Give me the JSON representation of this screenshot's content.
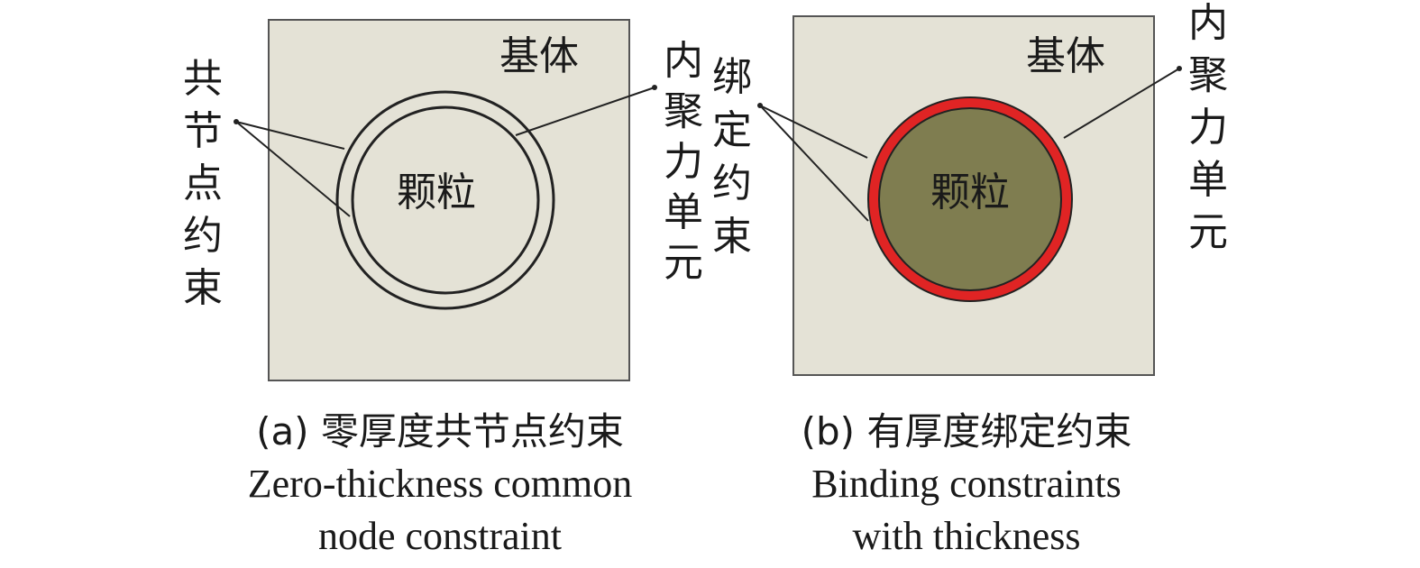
{
  "panel_a": {
    "matrix_label": "基体",
    "particle_label": "颗粒",
    "left_label": "共节点约束",
    "right_label": "内聚力单元",
    "caption_zh": "(a) 零厚度共节点约束",
    "caption_en_1": "Zero-thickness common",
    "caption_en_2": "node constraint"
  },
  "panel_b": {
    "matrix_label": "基体",
    "particle_label": "颗粒",
    "left_label": "绑定约束",
    "right_label": "内聚力单元",
    "caption_zh": "(b) 有厚度绑定约束",
    "caption_en_1": "Binding constraints",
    "caption_en_2": "with thickness"
  },
  "colors": {
    "matrix_fill": "#e4e2d6",
    "particle_fill": "#7f7d50",
    "cohesive_ring": "#e02424",
    "outline": "#222222"
  }
}
